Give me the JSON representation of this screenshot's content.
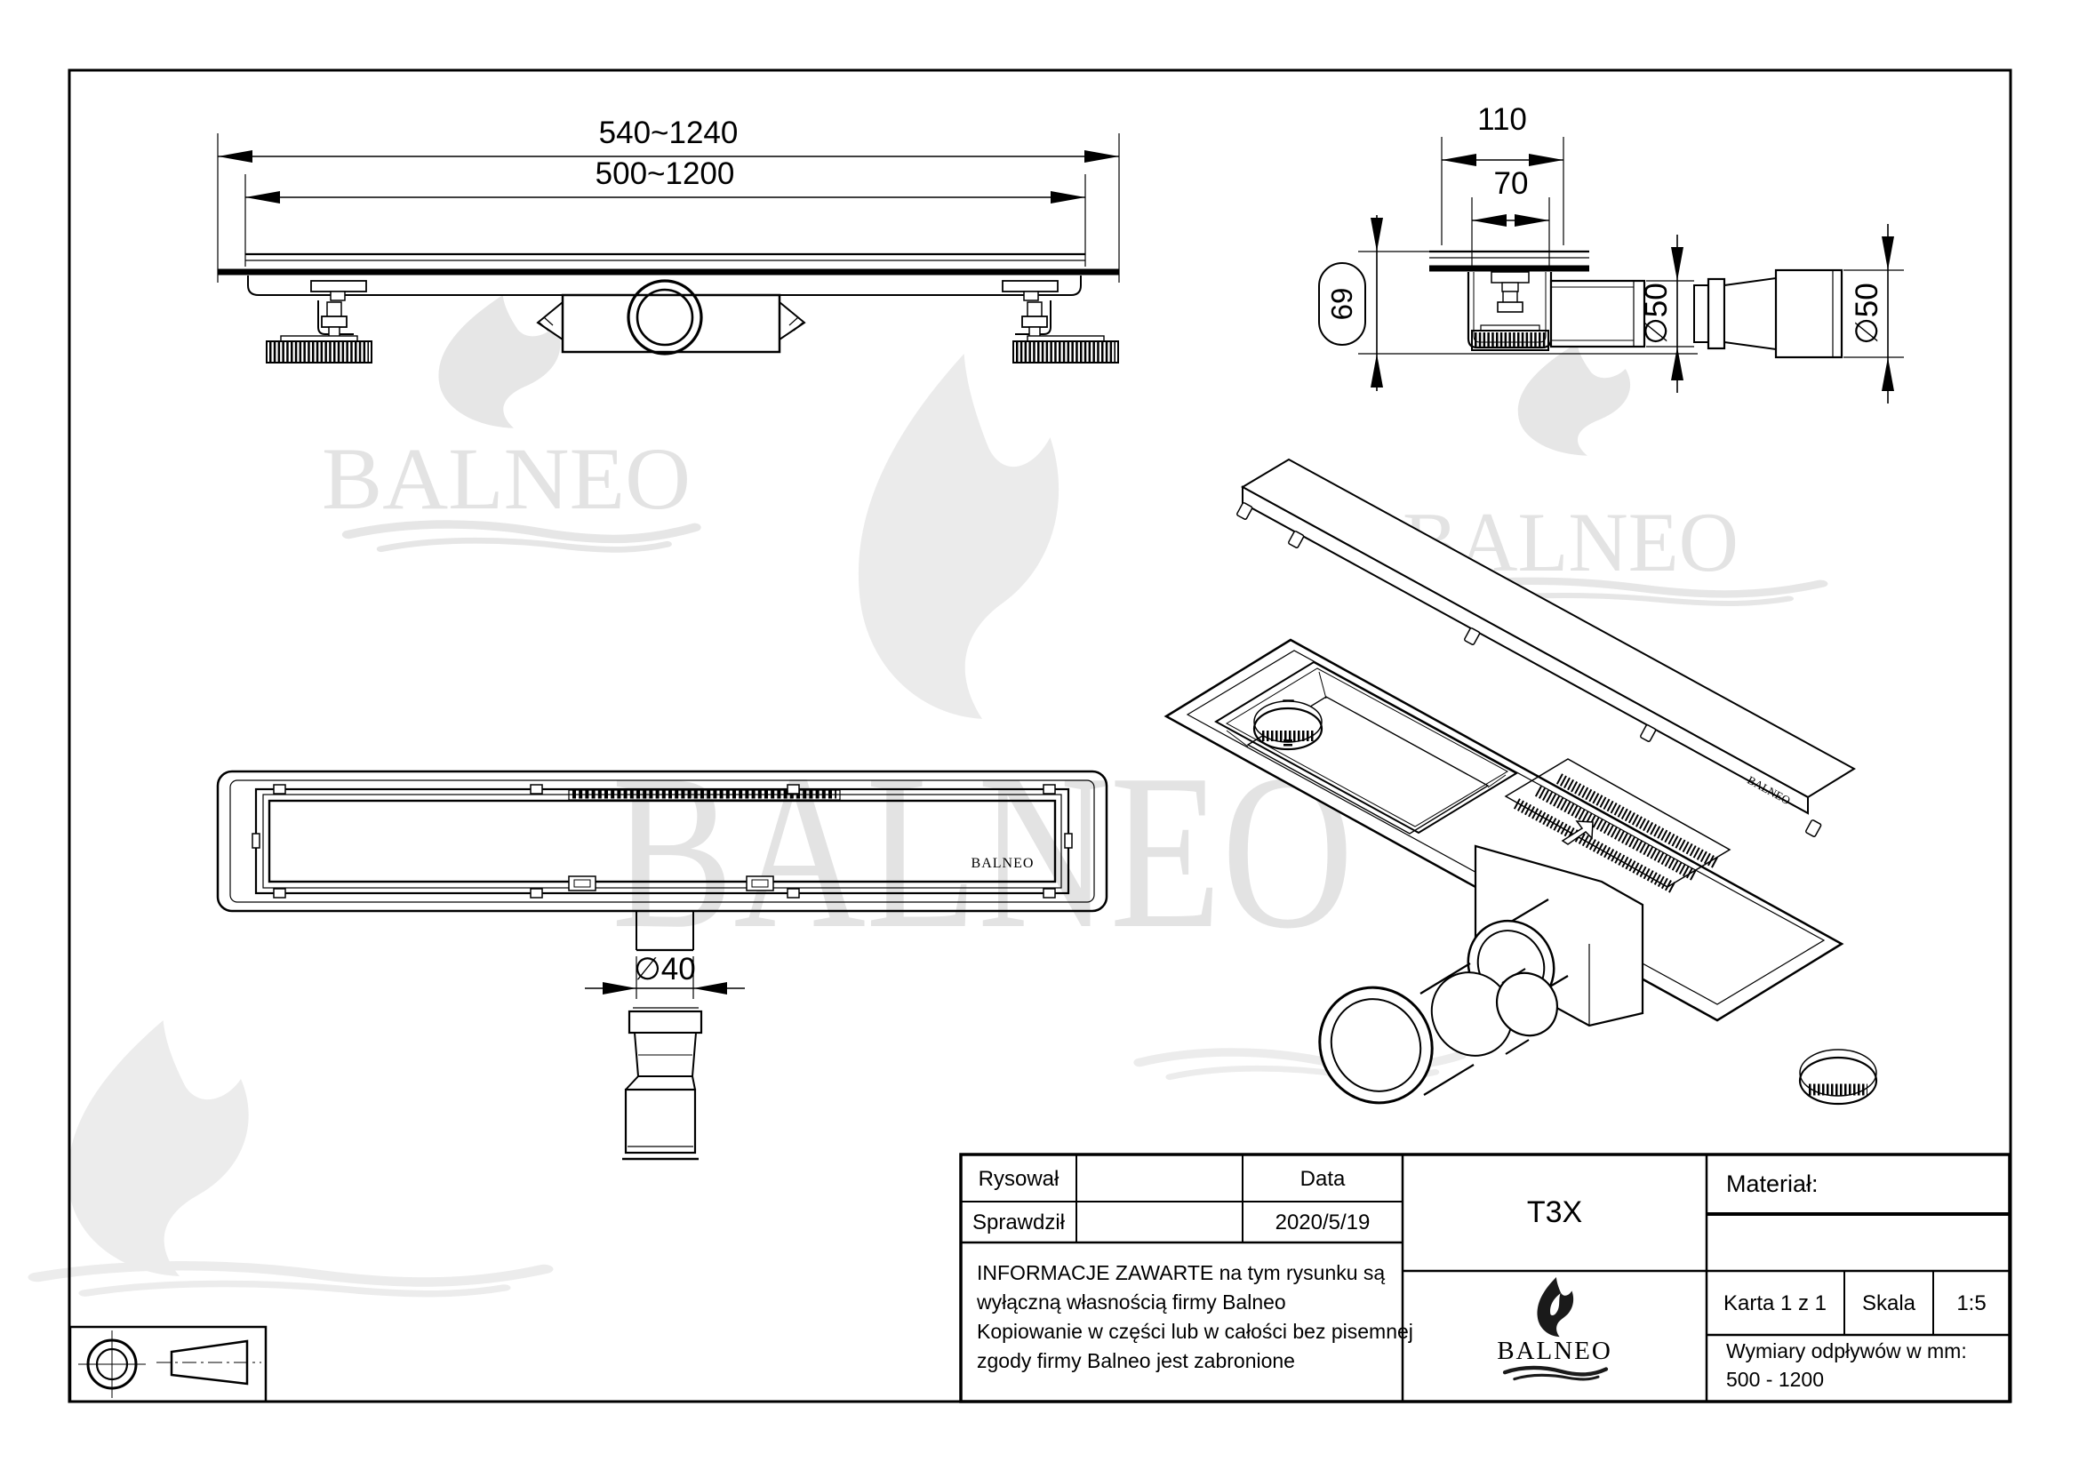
{
  "page": {
    "background": "#ffffff",
    "line_color": "#000000",
    "watermark_color": "#e3e3e3"
  },
  "watermarks": {
    "brand": "BALNEO"
  },
  "views": {
    "front": {
      "dim_outer": "540~1240",
      "dim_inner": "500~1200"
    },
    "side": {
      "dim_width": "110",
      "dim_inner_width": "70",
      "dim_height": "69",
      "dim_outlet": "∅50",
      "dim_pipe": "∅50"
    },
    "top": {
      "dim_drain": "∅40",
      "grate_label": "BALNEO"
    },
    "iso": {
      "cover_label": "BALNEO"
    }
  },
  "title_block": {
    "rysowal_label": "Rysował",
    "sprawdzil_label": "Sprawdził",
    "data_label": "Data",
    "date": "2020/5/19",
    "info_lines": [
      "INFORMACJE ZAWARTE na tym rysunku są",
      "wyłączną własnością firmy Balneo",
      "Kopiowanie w części lub w całości bez pisemnej",
      "zgody firmy Balneo jest zabronione"
    ],
    "model": "T3X",
    "material_label": "Materiał:",
    "karta": "Karta 1 z 1",
    "skala_label": "Skala",
    "skala_value": "1:5",
    "wymiary_line1": "Wymiary odpływów w mm:",
    "wymiary_line2": "500 - 1200",
    "logo_text": "BALNEO"
  }
}
